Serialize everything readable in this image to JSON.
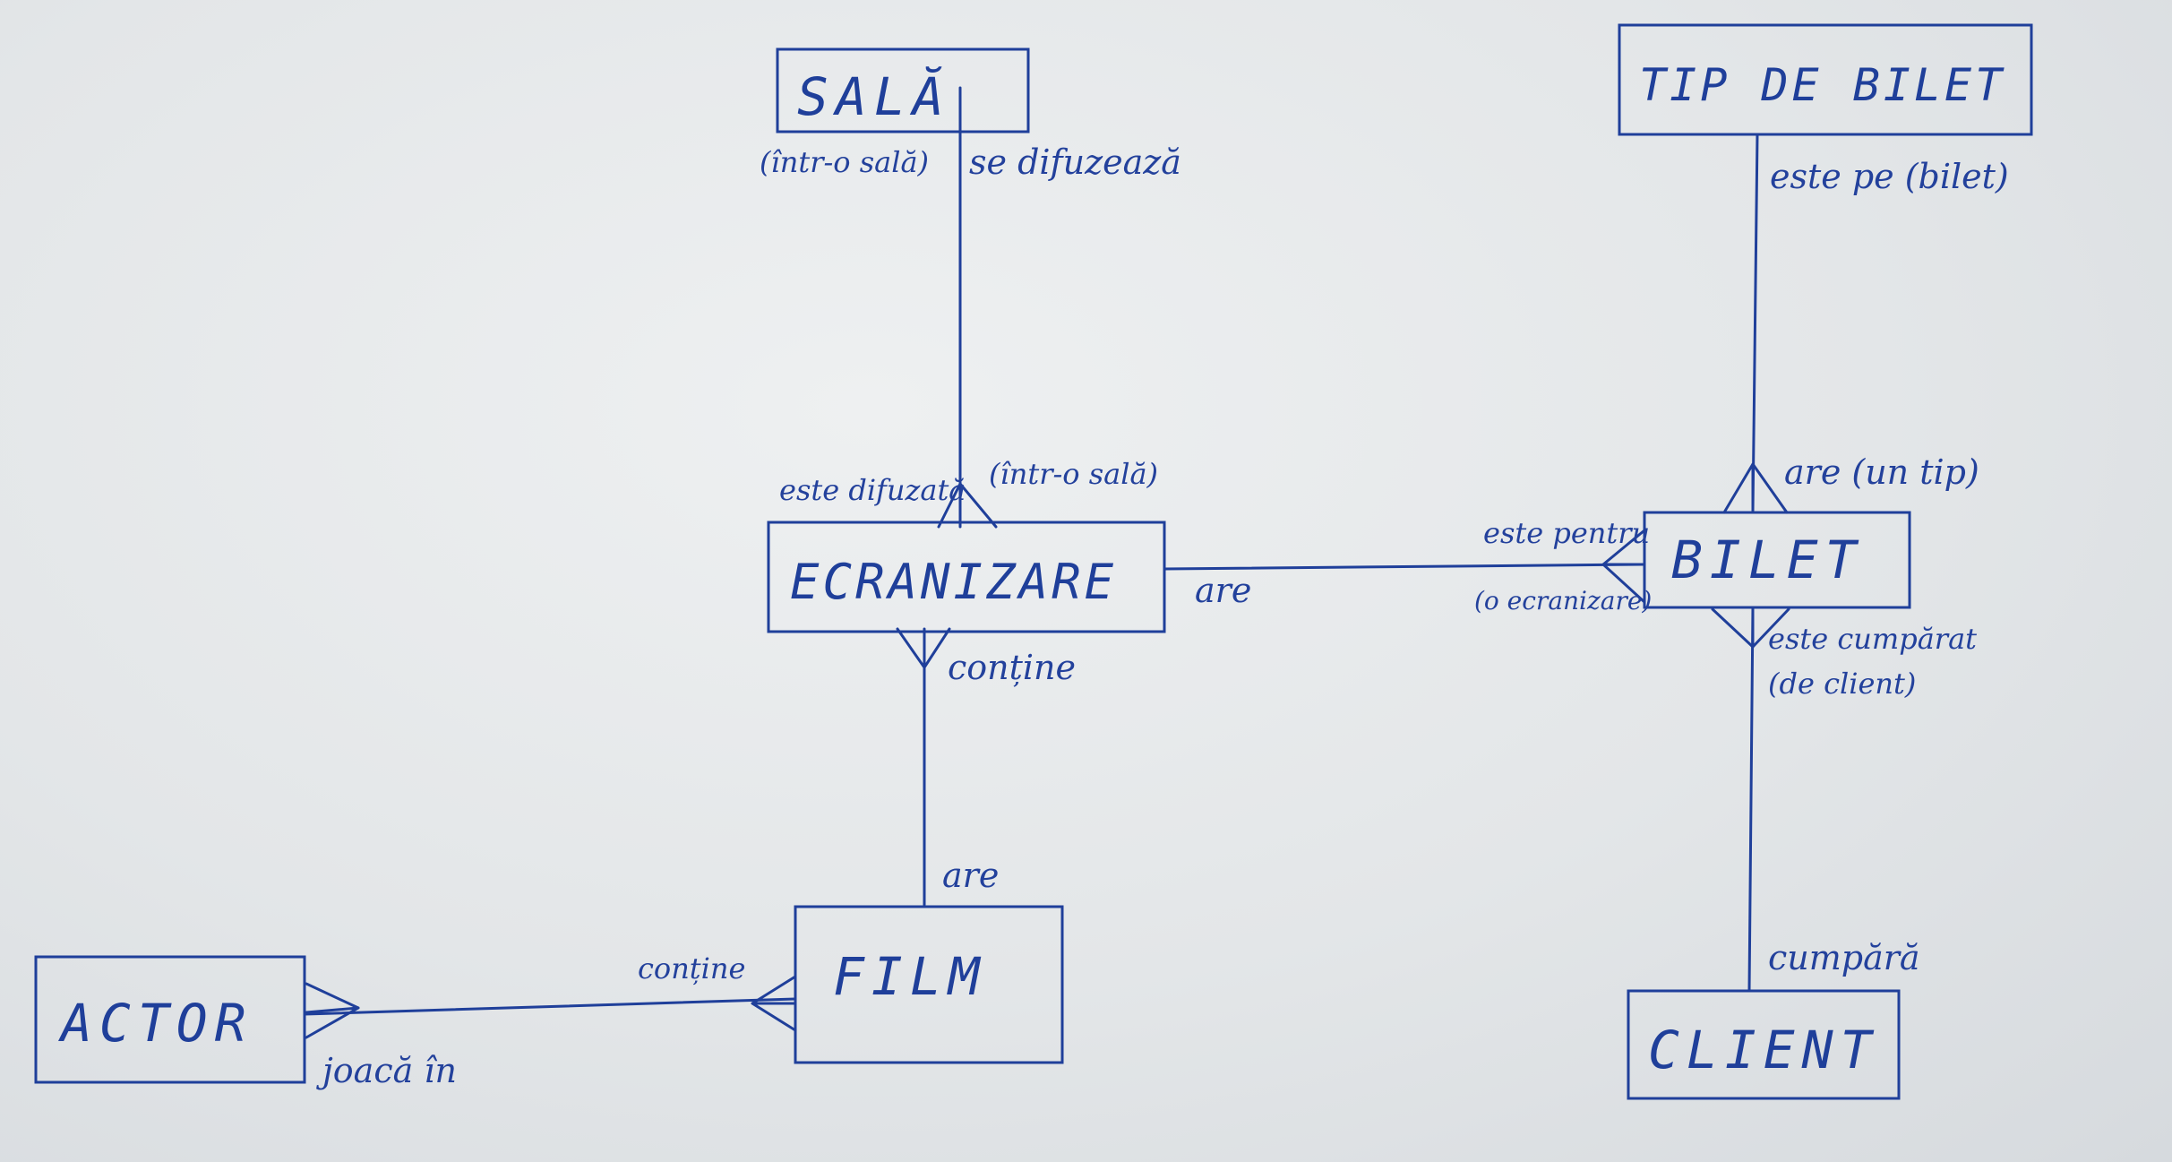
{
  "entities": {
    "sala": "SALĂ",
    "tip_bilet": "TIP DE BILET",
    "ecranizare": "ECRANIZARE",
    "bilet": "BILET",
    "film": "FILM",
    "actor": "ACTOR",
    "client": "CLIENT"
  },
  "relationships": {
    "sala_ecranizare": {
      "sala_side_paren": "(într-o sală)",
      "sala_side": "se difuzează",
      "ecranizare_side": "este difuzată",
      "ecranizare_side_paren": "(într-o sală)"
    },
    "ecranizare_bilet": {
      "ecranizare_side": "are",
      "bilet_side": "este pentru",
      "bilet_side_paren": "(o ecranizare)"
    },
    "ecranizare_film": {
      "ecranizare_side": "conține",
      "film_side": "are"
    },
    "tip_bilet_bilet": {
      "tip_side": "este pe (bilet)",
      "bilet_side": "are (un tip)"
    },
    "bilet_client": {
      "bilet_side": "este cumpărat",
      "bilet_side_paren": "(de client)",
      "client_side": "cumpără"
    },
    "actor_film": {
      "film_side": "conține",
      "actor_side": "joacă în"
    }
  },
  "colors": {
    "ink": "#1f3f9a",
    "paper": "#e6e9eb"
  }
}
